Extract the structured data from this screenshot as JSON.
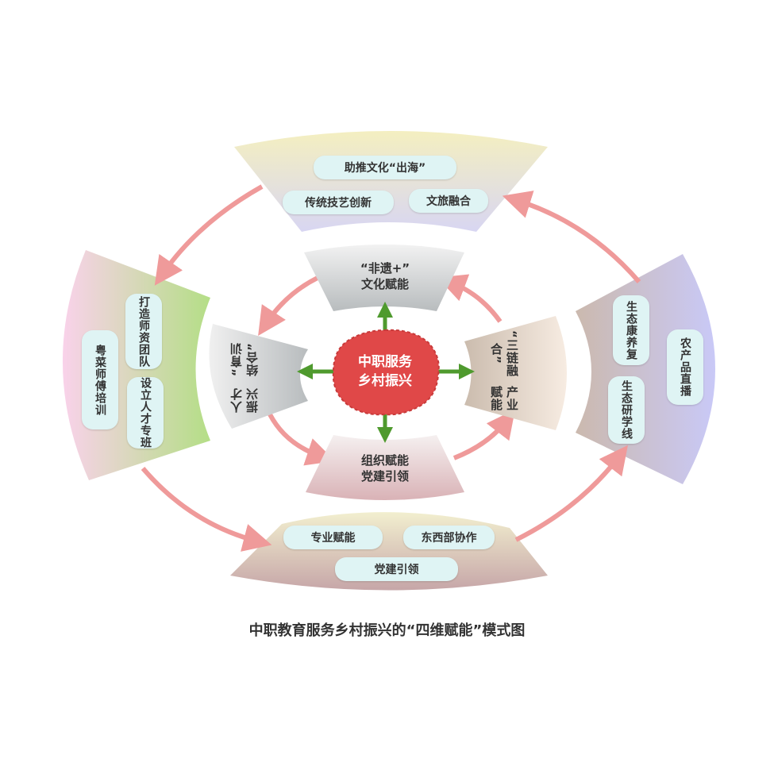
{
  "center": {
    "line1": "中职服务",
    "line2": "乡村振兴"
  },
  "inner": {
    "top": {
      "line1": "“非遗+”",
      "line2": "文化赋能"
    },
    "left": {
      "line1": "人才振兴",
      "line2": "“育训结合”"
    },
    "right": {
      "line1": "“三链融合”",
      "line2": "产业赋能"
    },
    "bottom": {
      "line1": "组织赋能",
      "line2": "党建引领"
    }
  },
  "outer": {
    "top": [
      "助推文化“出海”",
      "传统技艺创新",
      "文旅融合"
    ],
    "left": [
      "打造师资团队",
      "设立人才专班",
      "粤菜师傅培训"
    ],
    "right": [
      "生态康养复",
      "生态研学线",
      "农产品直播"
    ],
    "bottom": [
      "专业赋能",
      "东西部协作",
      "党建引领"
    ]
  },
  "title": "中职教育服务乡村振兴的“四维赋能”模式图",
  "colors": {
    "arrow": "#ef9a9a",
    "green": "#4f9a2e",
    "center": "#e04848"
  }
}
